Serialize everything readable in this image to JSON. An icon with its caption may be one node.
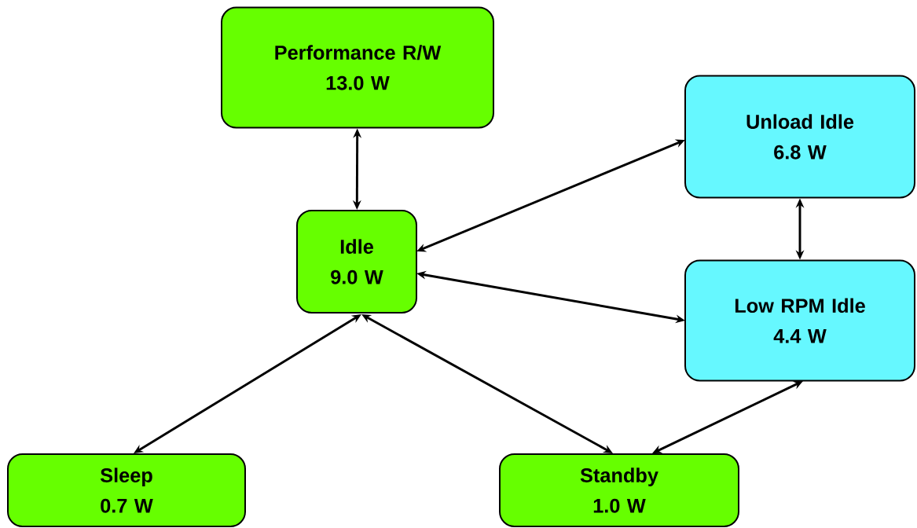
{
  "diagram": {
    "nodes": [
      {
        "text": [
          "Performance R/W",
          "13.0 W"
        ]
      },
      {
        "text": [
          "Unload Idle",
          "6.8 W"
        ]
      },
      {
        "text": [
          "Idle",
          "9.0 W"
        ]
      },
      {
        "text": [
          "Low RPM Idle",
          "4.4 W"
        ]
      },
      {
        "text": [
          "Sleep",
          "0.7 W"
        ]
      },
      {
        "text": [
          "Standby",
          "1.0 W"
        ]
      }
    ],
    "edges": [
      {
        "from": 0,
        "to": 2,
        "arrow": "both"
      },
      {
        "from": 2,
        "to": 1,
        "arrow": "both"
      },
      {
        "from": 2,
        "to": 3,
        "arrow": "both"
      },
      {
        "from": 1,
        "to": 3,
        "arrow": "both"
      },
      {
        "from": 2,
        "to": 4,
        "arrow": "both"
      },
      {
        "from": 2,
        "to": 5,
        "arrow": "both"
      },
      {
        "from": 3,
        "to": 5,
        "arrow": "both"
      }
    ]
  }
}
